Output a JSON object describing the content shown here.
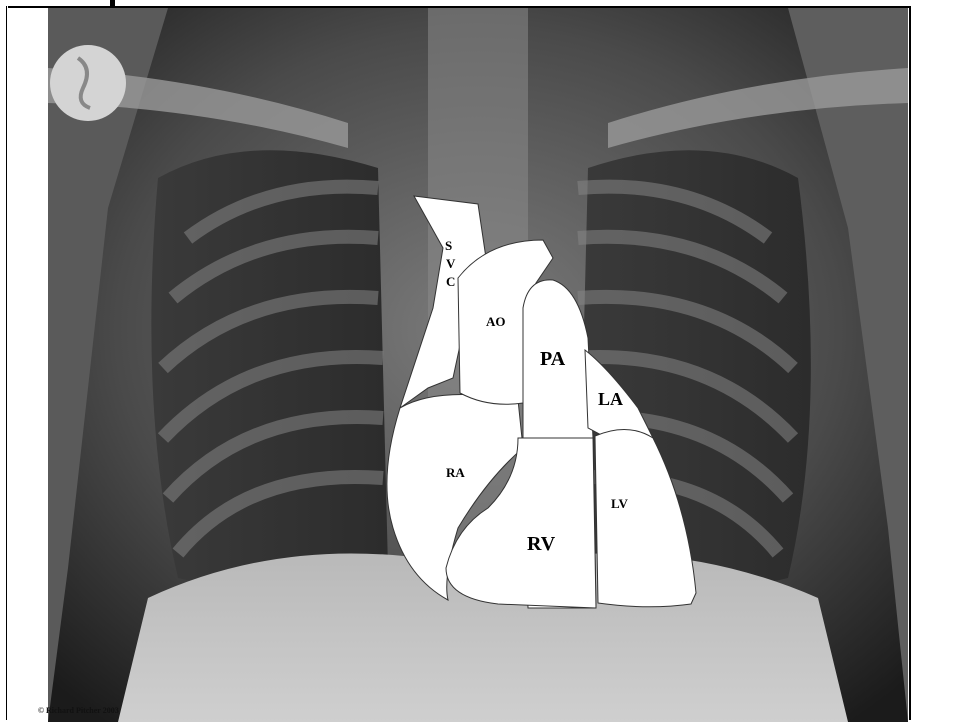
{
  "labels": {
    "svc_s": "S",
    "svc_v": "V",
    "svc_c": "C",
    "ao": "AO",
    "pa": "PA",
    "la": "LA",
    "ra": "RA",
    "lv": "LV",
    "rv": "RV"
  },
  "copyright": "© Richard Pitcher 2003"
}
